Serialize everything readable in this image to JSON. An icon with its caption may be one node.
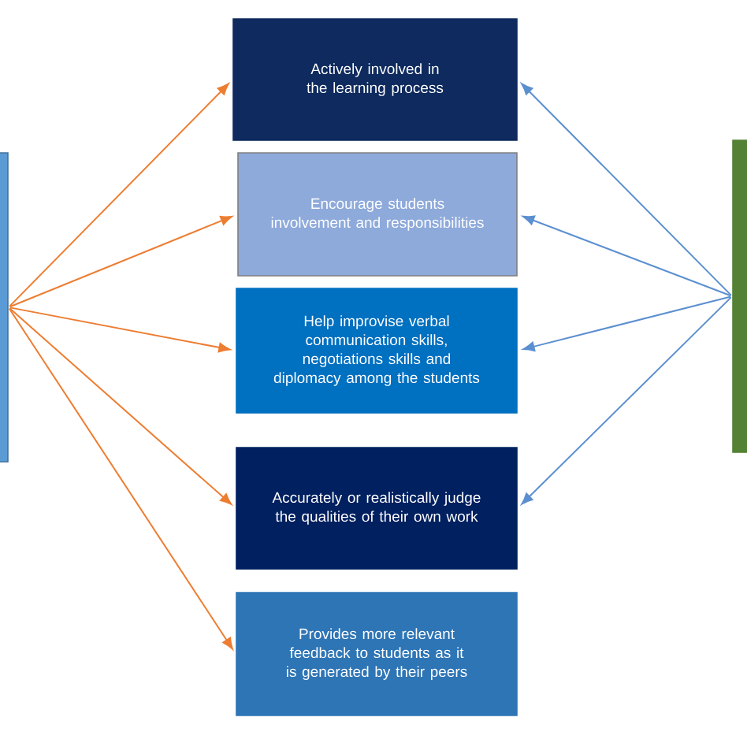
{
  "diagram": {
    "nodes": [
      {
        "text": [],
        "shape": "bar"
      },
      {
        "text": [
          "Actively involved in the learning process"
        ]
      },
      {
        "text": [
          "Encourage students involvement and responsibilities"
        ]
      },
      {
        "text": [
          "Help improvise verbal communication skills, negotiations skills and diplomacy among the students"
        ]
      },
      {
        "text": [
          "Accurately or realistically judge the qualities of their own work"
        ]
      },
      {
        "text": [
          "Provides more relevant feedback to students as it is generated by their peers"
        ]
      },
      {
        "text": [],
        "shape": "bar"
      }
    ],
    "edges": [
      {
        "from": 0,
        "to": 1,
        "arrow": "to",
        "color": "#ed7d31"
      },
      {
        "from": 0,
        "to": 2,
        "arrow": "to",
        "color": "#ed7d31"
      },
      {
        "from": 0,
        "to": 3,
        "arrow": "to",
        "color": "#ed7d31"
      },
      {
        "from": 0,
        "to": 4,
        "arrow": "to",
        "color": "#ed7d31"
      },
      {
        "from": 0,
        "to": 5,
        "arrow": "to",
        "color": "#ed7d31"
      },
      {
        "from": 6,
        "to": 1,
        "arrow": "to",
        "color": "#5b8fd0"
      },
      {
        "from": 6,
        "to": 2,
        "arrow": "to",
        "color": "#5b8fd0"
      },
      {
        "from": 6,
        "to": 3,
        "arrow": "to",
        "color": "#5b8fd0"
      },
      {
        "from": 6,
        "to": 4,
        "arrow": "to",
        "color": "#5b8fd0"
      }
    ]
  }
}
